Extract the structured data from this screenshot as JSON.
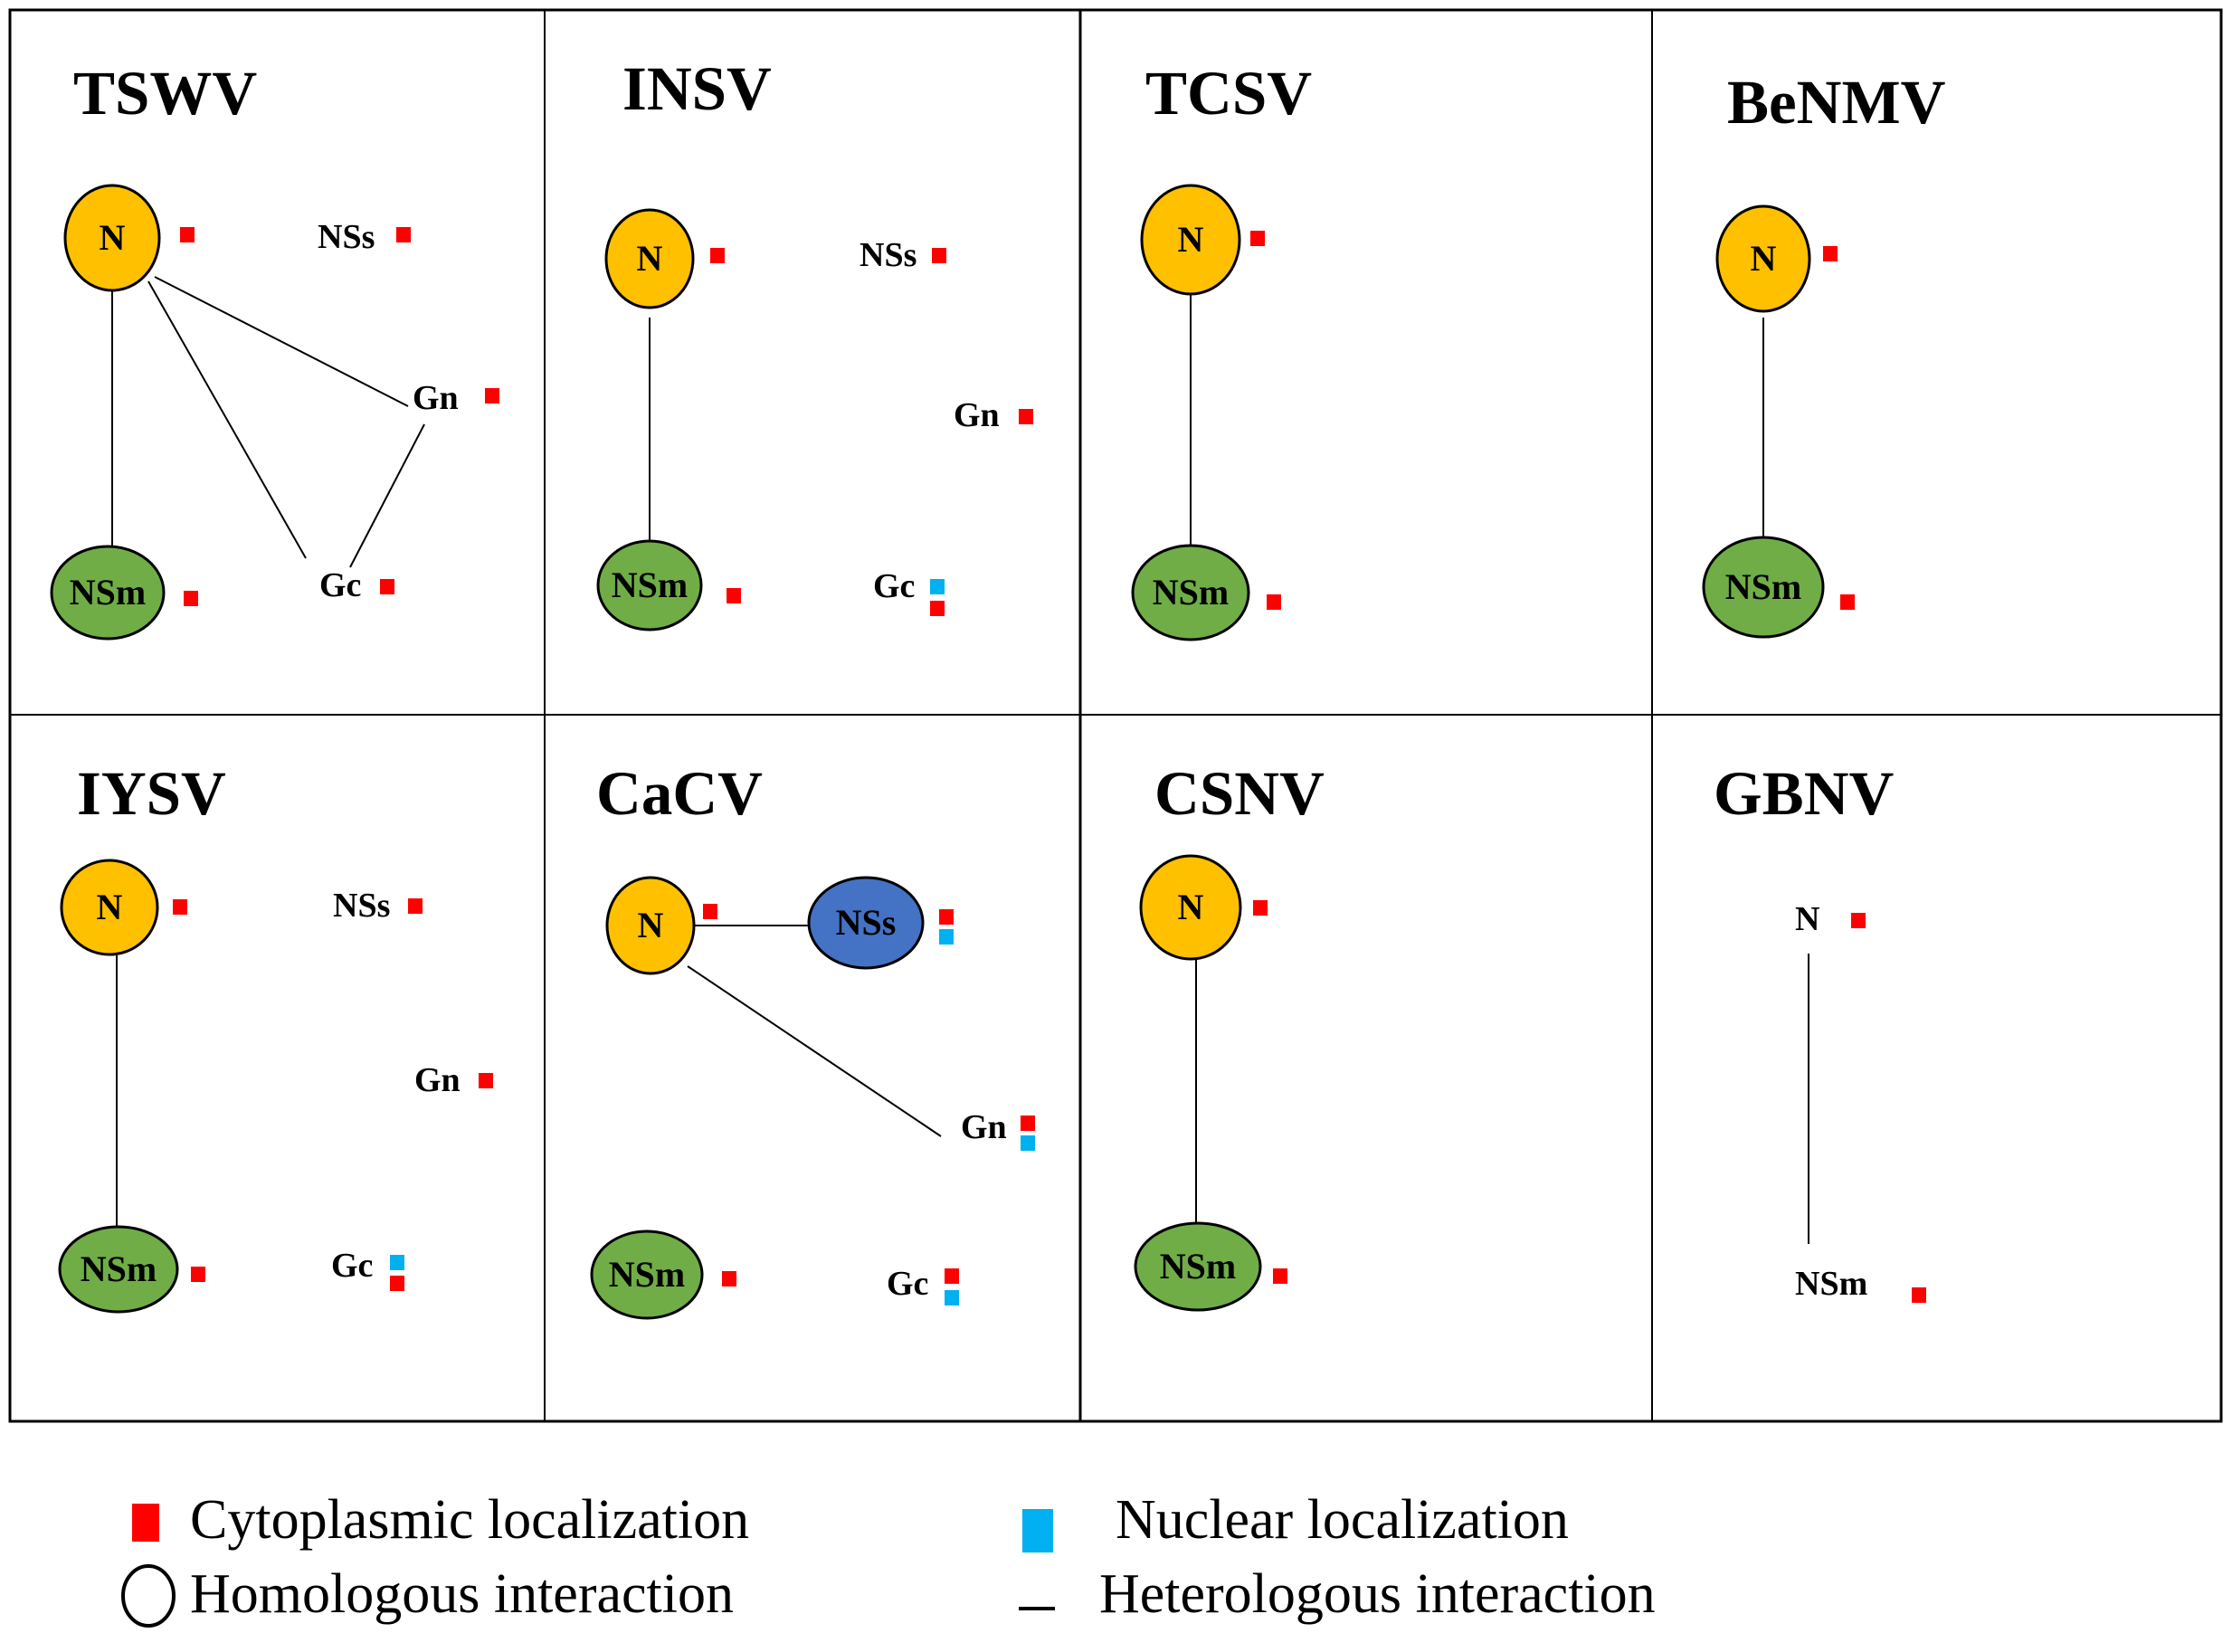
{
  "colors": {
    "n_fill": "#FFC000",
    "nsm_fill": "#70AD47",
    "nss_fill": "#4472C4",
    "cytoplasmic": "#FF0000",
    "nuclear": "#00B0F0",
    "border": "#000000"
  },
  "panels": [
    {
      "title": "TSWV",
      "labels": {
        "N": "N",
        "NSm": "NSm",
        "NSs": "NSs",
        "Gn": "Gn",
        "Gc": "Gc"
      },
      "circled": [
        "N",
        "NSm"
      ],
      "interactions": [
        [
          "N",
          "NSm"
        ],
        [
          "N",
          "Gn"
        ],
        [
          "N",
          "Gc"
        ],
        [
          "Gn",
          "Gc"
        ]
      ],
      "localization": {
        "N": [
          "cytoplasmic"
        ],
        "NSm": [
          "cytoplasmic"
        ],
        "NSs": [
          "cytoplasmic"
        ],
        "Gn": [
          "cytoplasmic"
        ],
        "Gc": [
          "cytoplasmic"
        ]
      }
    },
    {
      "title": "INSV",
      "labels": {
        "N": "N",
        "NSm": "NSm",
        "NSs": "NSs",
        "Gn": "Gn",
        "Gc": "Gc"
      },
      "circled": [
        "N",
        "NSm"
      ],
      "interactions": [
        [
          "N",
          "NSm"
        ]
      ],
      "localization": {
        "N": [
          "cytoplasmic"
        ],
        "NSm": [
          "cytoplasmic"
        ],
        "NSs": [
          "cytoplasmic"
        ],
        "Gn": [
          "cytoplasmic"
        ],
        "Gc": [
          "nuclear",
          "cytoplasmic"
        ]
      }
    },
    {
      "title": "TCSV",
      "labels": {
        "N": "N",
        "NSm": "NSm"
      },
      "circled": [
        "N",
        "NSm"
      ],
      "interactions": [
        [
          "N",
          "NSm"
        ]
      ],
      "localization": {
        "N": [
          "cytoplasmic"
        ],
        "NSm": [
          "cytoplasmic"
        ]
      }
    },
    {
      "title": "BeNMV",
      "labels": {
        "N": "N",
        "NSm": "NSm"
      },
      "circled": [
        "N",
        "NSm"
      ],
      "interactions": [
        [
          "N",
          "NSm"
        ]
      ],
      "localization": {
        "N": [
          "cytoplasmic"
        ],
        "NSm": [
          "cytoplasmic"
        ]
      }
    },
    {
      "title": "IYSV",
      "labels": {
        "N": "N",
        "NSm": "NSm",
        "NSs": "NSs",
        "Gn": "Gn",
        "Gc": "Gc"
      },
      "circled": [
        "N",
        "NSm"
      ],
      "interactions": [
        [
          "N",
          "NSm"
        ]
      ],
      "localization": {
        "N": [
          "cytoplasmic"
        ],
        "NSm": [
          "cytoplasmic"
        ],
        "NSs": [
          "cytoplasmic"
        ],
        "Gn": [
          "cytoplasmic"
        ],
        "Gc": [
          "nuclear",
          "cytoplasmic"
        ]
      }
    },
    {
      "title": "CaCV",
      "labels": {
        "N": "N",
        "NSm": "NSm",
        "NSs": "NSs",
        "Gn": "Gn",
        "Gc": "Gc"
      },
      "circled": [
        "N",
        "NSm",
        "NSs"
      ],
      "interactions": [
        [
          "N",
          "NSs"
        ],
        [
          "N",
          "Gn"
        ]
      ],
      "localization": {
        "N": [
          "cytoplasmic"
        ],
        "NSm": [
          "cytoplasmic"
        ],
        "NSs": [
          "cytoplasmic",
          "nuclear"
        ],
        "Gn": [
          "cytoplasmic",
          "nuclear"
        ],
        "Gc": [
          "cytoplasmic",
          "nuclear"
        ]
      }
    },
    {
      "title": "CSNV",
      "labels": {
        "N": "N",
        "NSm": "NSm"
      },
      "circled": [
        "N",
        "NSm"
      ],
      "interactions": [
        [
          "N",
          "NSm"
        ]
      ],
      "localization": {
        "N": [
          "cytoplasmic"
        ],
        "NSm": [
          "cytoplasmic"
        ]
      }
    },
    {
      "title": "GBNV",
      "labels": {
        "N": "N",
        "NSm": "NSm"
      },
      "circled": [],
      "interactions": [
        [
          "N",
          "NSm"
        ]
      ],
      "localization": {
        "N": [
          "cytoplasmic"
        ],
        "NSm": [
          "cytoplasmic"
        ]
      }
    }
  ],
  "legend": {
    "cytoplasmic": "Cytoplasmic localization",
    "nuclear": "Nuclear localization",
    "homologous": "Homologous interaction",
    "heterologous": "Heterologous interaction"
  }
}
